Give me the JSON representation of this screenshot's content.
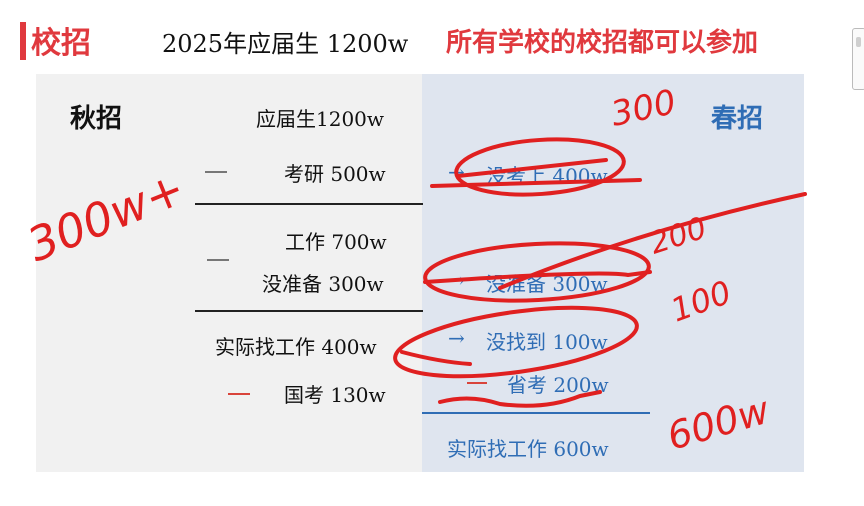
{
  "header": {
    "title": "校招",
    "headline": "2025年应届生 1200w",
    "notice": "所有学校的校招都可以参加"
  },
  "left": {
    "heading": "秋招",
    "graduates": "应届生1200w",
    "postgrad": "考研 500w",
    "work": "工作 700w",
    "unprepared": "没准备 300w",
    "job_hunting": "实际找工作 400w",
    "civil_exam": "国考 130w"
  },
  "right": {
    "heading": "春招",
    "failed_exam": "没考上 400w",
    "unprepared": "没准备 300w",
    "not_found": "没找到 100w",
    "provincial_exam": "省考 200w",
    "job_hunting": "实际找工作 600w"
  },
  "handwriting": {
    "left_margin": "300w+",
    "top": "300",
    "mid": "200",
    "lower": "100",
    "bottom": "600w"
  },
  "colors": {
    "accent_red": "#e0393e",
    "blue": "#2f6db5",
    "ink": "#e02020",
    "left_panel": "#f1f1f1",
    "right_panel": "#dfe5ef"
  }
}
